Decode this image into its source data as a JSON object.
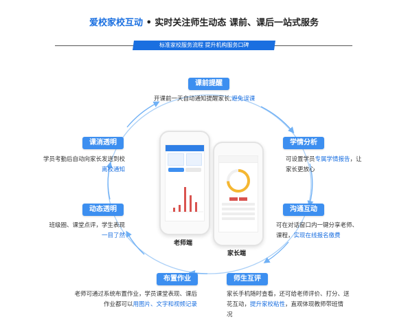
{
  "header": {
    "brand": "爱校家校互动",
    "bullet": "•",
    "tagline": "实时关注师生动态 课前、课后一站式服务",
    "banner": "标准家校服务流程   提升机构服务口碑"
  },
  "features": {
    "pre_class": {
      "tag": "课前提醒",
      "text": "开课前一天自动通知提醒家长,",
      "highlight": "避免误课"
    },
    "dismissal": {
      "tag": "课消透明",
      "text": "学员考勤后自动向家长发送到校",
      "highlight": "离校通知"
    },
    "dynamics": {
      "tag": "动态透明",
      "text": "班级圈、课堂点评，学生表现",
      "highlight": "一目了然"
    },
    "homework": {
      "tag": "布置作业",
      "line1": "老师可通过系统布置作业，学员课堂表现、课后",
      "line2_prefix": "作业都可以",
      "highlight": "用图片、文字和视频记录"
    },
    "review": {
      "tag": "师生互评",
      "line1": "家长手机随时查看，还可给老师评价、打分、送",
      "line2_prefix": "花互动，",
      "highlight": "提升家校粘性",
      "line2_suffix": "，直观体现教师带班情",
      "line3": "况"
    },
    "analysis": {
      "tag": "学情分析",
      "prefix": "可设置学员",
      "highlight": "专属学情报告",
      "suffix": "，让",
      "line2": "家长更放心"
    },
    "interaction": {
      "tag": "沟通互动",
      "line1": "可在对话窗口内一键分享老师、",
      "prefix": "课程，",
      "highlight": "实现在线报名缴费"
    }
  },
  "phones": {
    "teacher_label": "老师端",
    "parent_label": "家长端"
  },
  "colors": {
    "accent": "#1a6fe0",
    "tag": "#3d8ff0",
    "ring": "#8fc0f5"
  }
}
